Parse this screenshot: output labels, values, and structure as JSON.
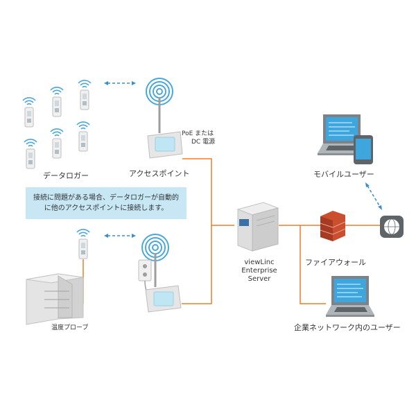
{
  "labels": {
    "data_logger": "データロガー",
    "access_point": "アクセスポイント",
    "poe_line1": "PoE または",
    "poe_line2": "DC 電源",
    "note_line1": "接続に問題がある場合、データロガーが自動的",
    "note_line2": "に他のアクセスポイントに接続します。",
    "temp_probe": "温度プローブ",
    "server_line1": "viewLinc",
    "server_line2": "Enterprise",
    "server_line3": "Server",
    "firewall": "ファイアウォール",
    "mobile_user": "モバイルユーザー",
    "corp_user": "企業ネットワーク内のユーザー",
    "www": "www"
  },
  "colors": {
    "wire": "#f07a28",
    "wifi": "#4aa8d8",
    "dashed": "#3a8fc4",
    "note_bg": "#c7e7f5",
    "device": "#e8e8e8",
    "screen": "#bfe6f3"
  }
}
